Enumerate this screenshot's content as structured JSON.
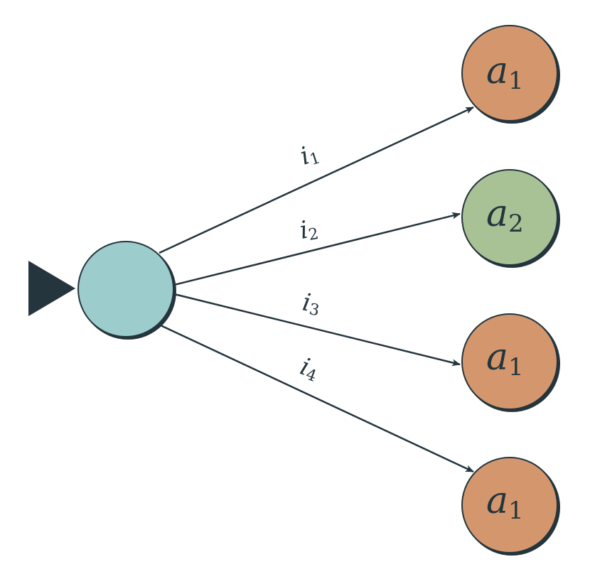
{
  "diagram": {
    "colors": {
      "stroke": "#24353d",
      "shadow": "#24353d",
      "start": "#9dcccc",
      "a1": "#d4976d",
      "a2": "#a8c195"
    },
    "start_marker_icon": "start-triangle-icon",
    "edges": [
      {
        "var": "i",
        "sub": "1"
      },
      {
        "var": "i",
        "sub": "2"
      },
      {
        "var": "i",
        "sub": "3"
      },
      {
        "var": "i",
        "sub": "4"
      }
    ],
    "targets": [
      {
        "var": "a",
        "sub": "1",
        "color": "#d4976d"
      },
      {
        "var": "a",
        "sub": "2",
        "color": "#a8c195"
      },
      {
        "var": "a",
        "sub": "1",
        "color": "#d4976d"
      },
      {
        "var": "a",
        "sub": "1",
        "color": "#d4976d"
      }
    ]
  }
}
